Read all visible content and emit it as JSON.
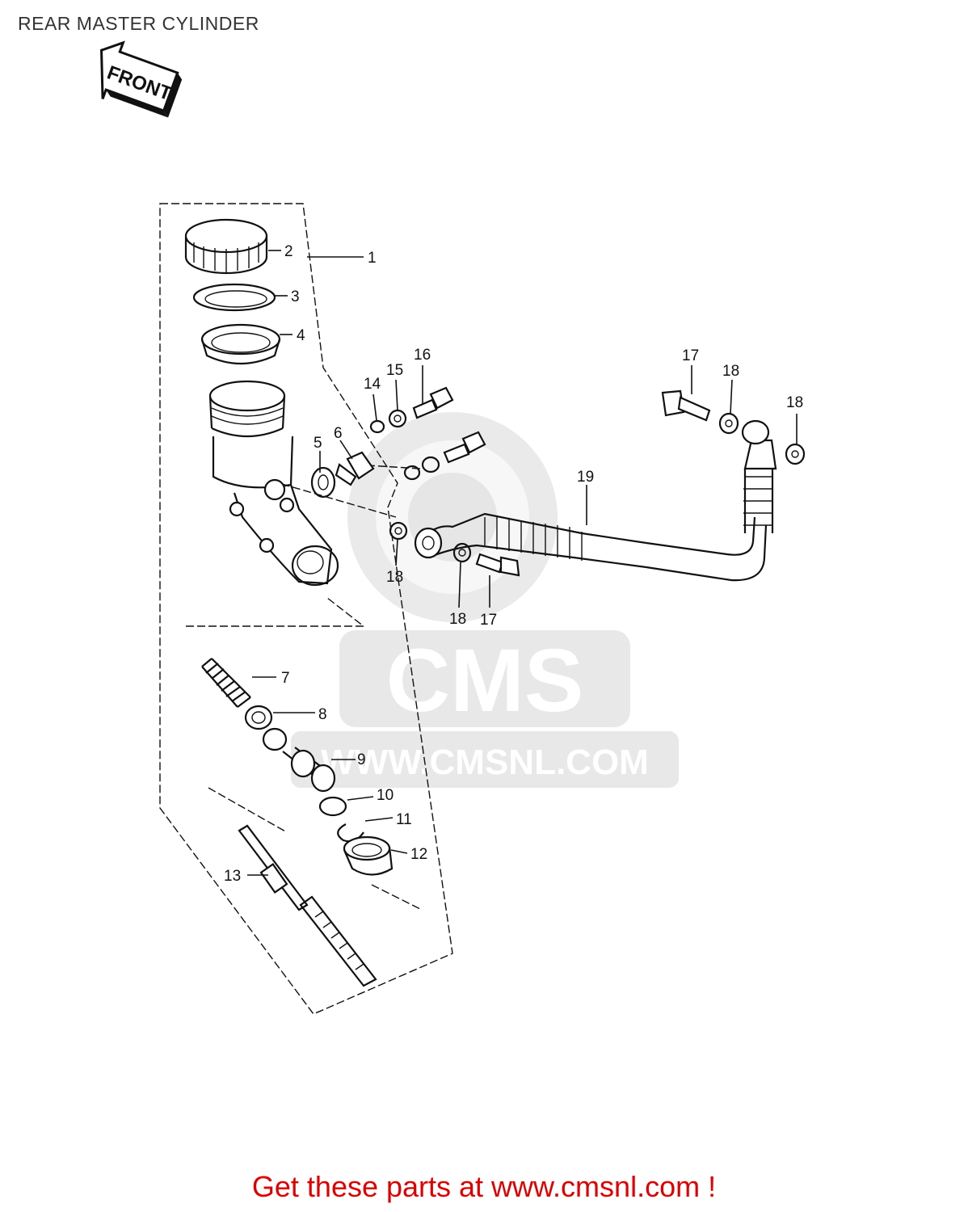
{
  "title": "REAR MASTER CYLINDER",
  "front_arrow_text": "FRONT",
  "watermark": {
    "logo_text": "CMS",
    "url_text": "WWW.CMSNL.COM"
  },
  "callouts": {
    "c1": "1",
    "c2": "2",
    "c3": "3",
    "c4": "4",
    "c5": "5",
    "c6": "6",
    "c7": "7",
    "c8": "8",
    "c9": "9",
    "c10": "10",
    "c11": "11",
    "c12": "12",
    "c13": "13",
    "c14": "14",
    "c15": "15",
    "c16": "16",
    "c17a": "17",
    "c17b": "17",
    "c18a": "18",
    "c18b": "18",
    "c18c": "18",
    "c18d": "18",
    "c19": "19"
  },
  "footer": "Get these parts at www.cmsnl.com !"
}
